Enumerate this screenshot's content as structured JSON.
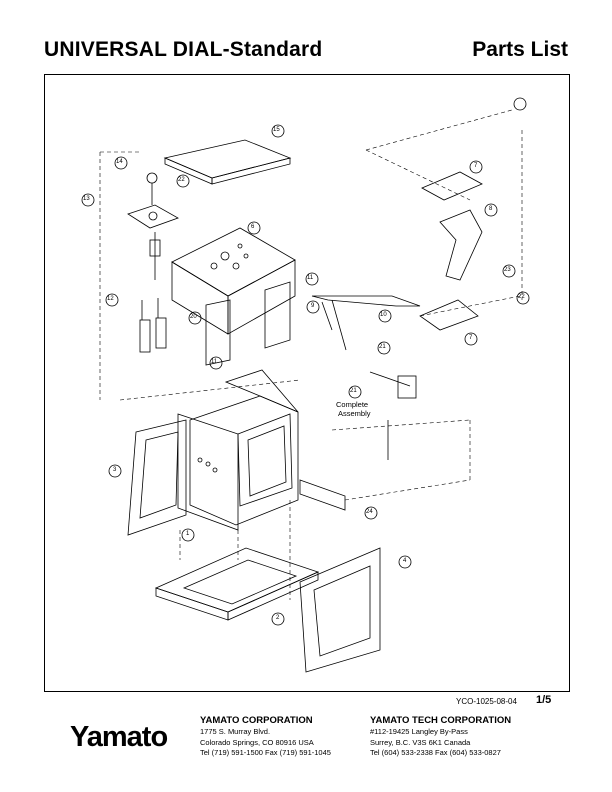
{
  "header": {
    "title": "UNIVERSAL DIAL-Standard",
    "section": "Parts List"
  },
  "diagram": {
    "callouts": [
      "15",
      "14",
      "22",
      "13",
      "6",
      "11",
      "12",
      "9",
      "10",
      "7",
      "8",
      "23",
      "22",
      "7",
      "21",
      "21",
      "11",
      "3",
      "24",
      "1",
      "20",
      "4",
      "2"
    ],
    "annotation_line1": "Complete",
    "annotation_line2": "Assembly"
  },
  "footer": {
    "doc_number": "YCO-1025-08-04",
    "page": "1/5",
    "logo_text": "Yamato",
    "corp1": {
      "name": "YAMATO CORPORATION",
      "line1": "1775 S. Murray Blvd.",
      "line2": "Colorado Springs, CO  80916   USA",
      "line3": "Tel  (719) 591-1500  Fax  (719) 591-1045"
    },
    "corp2": {
      "name": "YAMATO TECH CORPORATION",
      "line1": "#112-19425 Langley By-Pass",
      "line2": "Surrey, B.C.  V3S 6K1    Canada",
      "line3": "Tel (604) 533-2338   Fax (604) 533-0827"
    }
  }
}
